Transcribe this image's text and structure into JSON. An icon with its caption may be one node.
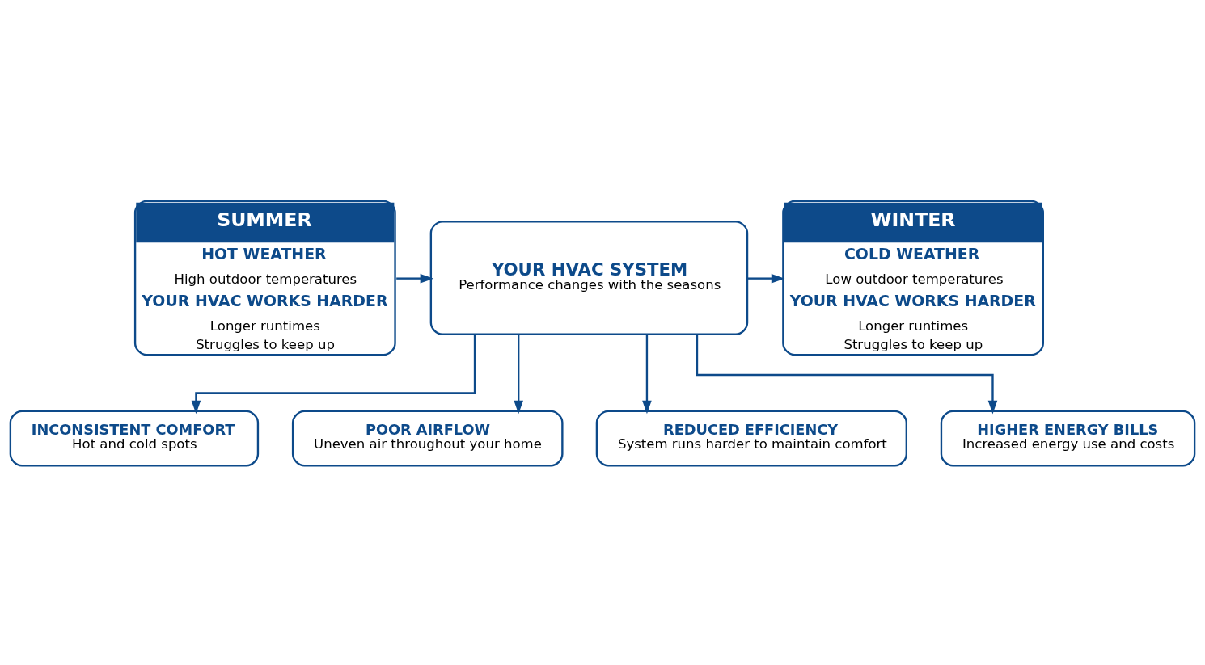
{
  "diagram": {
    "nodes": [
      {
        "text": [
          "SUMMER",
          "HOT WEATHER",
          "High outdoor temperatures",
          "YOUR HVAC WORKS HARDER",
          "Longer runtimes",
          "Struggles to keep up"
        ]
      },
      {
        "text": [
          "YOUR HVAC SYSTEM",
          "Performance changes with the seasons"
        ]
      },
      {
        "text": [
          "WINTER",
          "COLD WEATHER",
          "Low outdoor temperatures",
          "YOUR HVAC WORKS HARDER",
          "Longer runtimes",
          "Struggles to keep up"
        ]
      },
      {
        "text": [
          "INCONSISTENT COMFORT",
          "Hot and cold spots"
        ]
      },
      {
        "text": [
          "POOR AIRFLOW",
          "Uneven air throughout your home"
        ]
      },
      {
        "text": [
          "REDUCED EFFICIENCY",
          "System runs harder to maintain comfort"
        ]
      },
      {
        "text": [
          "HIGHER ENERGY BILLS",
          "Increased energy use and costs"
        ]
      }
    ],
    "edges": [
      {
        "from": 0,
        "to": 1,
        "arrow": "to"
      },
      {
        "from": 1,
        "to": 2,
        "arrow": "to"
      },
      {
        "from": 1,
        "to": 3,
        "arrow": "to"
      },
      {
        "from": 1,
        "to": 4,
        "arrow": "to"
      },
      {
        "from": 1,
        "to": 5,
        "arrow": "to"
      },
      {
        "from": 1,
        "to": 6,
        "arrow": "to"
      }
    ]
  }
}
